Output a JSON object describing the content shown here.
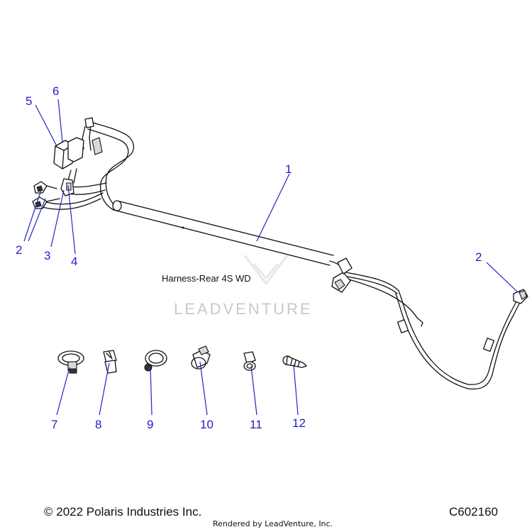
{
  "diagram": {
    "assembly_label": "Harness-Rear 4S WD",
    "watermark": "LEADVENTURE",
    "callouts": {
      "c1": "1",
      "c2a": "2",
      "c2b": "2",
      "c3": "3",
      "c4": "4",
      "c5": "5",
      "c6": "6",
      "c7": "7",
      "c8": "8",
      "c9": "9",
      "c10": "10",
      "c11": "11",
      "c12": "12"
    },
    "callout_color": "#1f1fc8"
  },
  "footer": {
    "copyright": "© 2022 Polaris Industries Inc.",
    "diagram_code": "C602160",
    "rendered_by": "Rendered by LeadVenture, Inc."
  }
}
